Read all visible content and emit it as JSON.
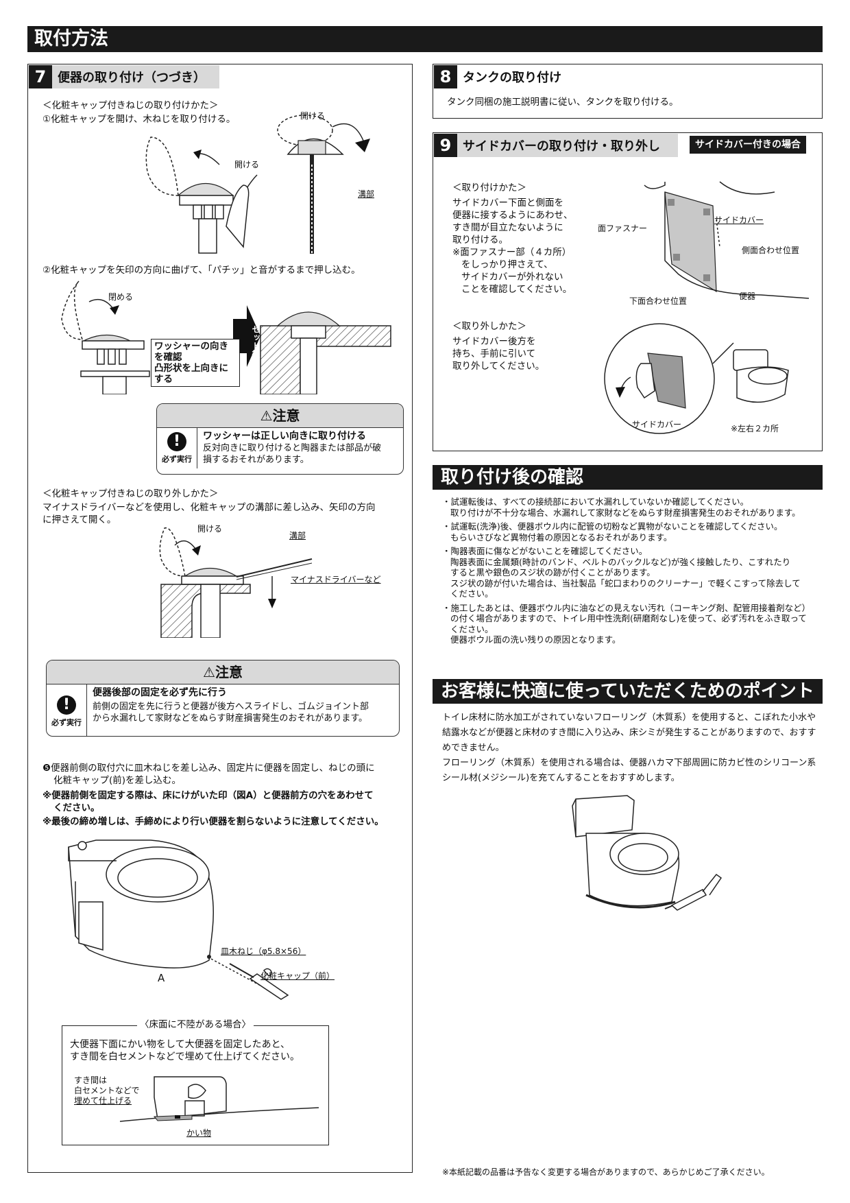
{
  "main_title": "取付方法",
  "step7": {
    "num": "7",
    "title": "便器の取り付け（つづき）",
    "attach_heading": "＜化粧キャップ付きねじの取り付けかた＞",
    "attach_step1": "①化粧キャップを開け、木ねじを取り付ける。",
    "label_open1": "開ける",
    "label_open2": "開ける",
    "label_groove1": "溝部",
    "attach_step2": "②化粧キャップを矢印の方向に曲げて、「パチッ」と音がするまで押し込む。",
    "label_close": "閉める",
    "washer_note_1": "ワッシャーの向き",
    "washer_note_2": "を確認",
    "washer_note_3": "凸形状を上向きに",
    "washer_note_4": "する",
    "after_set": "セット後",
    "caution1": {
      "title": "⚠注意",
      "icon_label": "必ず実行",
      "head": "ワッシャーは正しい向きに取り付ける",
      "body_1": "反対向きに取り付けると陶器または部品が破",
      "body_2": "損するおそれがあります。"
    },
    "remove_heading": "＜化粧キャップ付きねじの取り外しかた＞",
    "remove_text_1": "マイナスドライバーなどを使用し、化粧キャップの溝部に差し込み、矢印の方向",
    "remove_text_2": "に押さえて開く。",
    "label_open3": "開ける",
    "label_groove2": "溝部",
    "label_driver": "マイナスドライバーなど",
    "caution2": {
      "title": "⚠注意",
      "icon_label": "必ず実行",
      "head": "便器後部の固定を必ず先に行う",
      "body_1": "前側の固定を先に行うと便器が後方へスライドし、ゴムジョイント部",
      "body_2": "から水漏れして家財などをぬらす財産損害発生のおそれがあります。"
    },
    "front_fix_1": "❺便器前側の取付穴に皿木ねじを差し込み、固定片に便器を固定し、ねじの頭に",
    "front_fix_2": "化粧キャップ(前)を差し込む。",
    "note1_1": "※便器前側を固定する際は、床にけがいた印（図A）と便器前方の穴をあわせて",
    "note1_2": "ください。",
    "note2": "※最後の締め増しは、手締めにより行い便器を割らないように注意してください。",
    "label_screw": "皿木ねじ（φ5.8×56）",
    "label_cap_front": "化粧キャップ（前）",
    "label_a": "A",
    "uneven": {
      "title": "〈床面に不陸がある場合〉",
      "text_1": "大便器下面にかい物をして大便器を固定したあと、",
      "text_2": "すき間を白セメントなどで埋めて仕上げてください。",
      "gap_1": "すき間は",
      "gap_2": "白セメントなどで",
      "gap_3": "埋めて仕上げる",
      "shim": "かい物"
    }
  },
  "step8": {
    "num": "8",
    "title": "タンクの取り付け",
    "text": "タンク同梱の施工説明書に従い、タンクを取り付ける。"
  },
  "step9": {
    "num": "9",
    "title": "サイドカバーの取り付け・取り外し",
    "tag": "サイドカバー付きの場合",
    "attach_heading": "＜取り付けかた＞",
    "attach_1": "サイドカバー下面と側面を",
    "attach_2": "便器に接するようにあわせ、",
    "attach_3": "すき間が目立たないように",
    "attach_4": "取り付ける。",
    "attach_5": "※面ファスナー部（４カ所）",
    "attach_6": "をしっかり押さえて、",
    "attach_7": "サイドカバーが外れない",
    "attach_8": "ことを確認してください。",
    "label_fastener": "面ファスナー",
    "label_sidecover": "サイドカバー",
    "label_side_align": "側面合わせ位置",
    "label_bottom_align": "下面合わせ位置",
    "label_bowl": "便器",
    "remove_heading": "＜取り外しかた＞",
    "remove_1": "サイドカバー後方を",
    "remove_2": "持ち、手前に引いて",
    "remove_3": "取り外してください。",
    "label_sidecover2": "サイドカバー",
    "label_both": "※左右２カ所"
  },
  "check": {
    "title": "取り付け後の確認",
    "items": [
      [
        "・試運転後は、すべての接続部において水漏れしていないか確認してください。",
        "取り付けが不十分な場合、水漏れして家財などをぬらす財産損害発生のおそれがあります。"
      ],
      [
        "・試運転(洗浄)後、便器ボウル内に配管の切粉など異物がないことを確認してください。",
        "もらいさびなど異物付着の原因となるおそれがあります。"
      ],
      [
        "・陶器表面に傷などがないことを確認してください。",
        "陶器表面に金属類(時計のバンド、ベルトのバックルなど)が強く接触したり、こすれたり",
        "すると黒や銀色のスジ状の跡が付くことがあります。",
        "スジ状の跡が付いた場合は、当社製品「蛇口まわりのクリーナー」で軽くこすって除去して",
        "ください。"
      ],
      [
        "・施工したあとは、便器ボウル内に油などの見えない汚れ（コーキング剤、配管用接着剤など）",
        "の付く場合がありますので、トイレ用中性洗剤(研磨剤なし)を使って、必ず汚れをふき取って",
        "ください。",
        "便器ボウル面の洗い残りの原因となります。"
      ]
    ]
  },
  "tips": {
    "title": "お客様に快適に使っていただくためのポイント",
    "p1_1": "トイレ床材に防水加工がされていないフローリング（木質系）を使用すると、こぼれた小水や",
    "p1_2": "結露水などが便器と床材のすき間に入り込み、床シミが発生することがありますので、おすす",
    "p1_3": "めできません。",
    "p2_1": "フローリング（木質系）を使用される場合は、便器ハカマ下部周囲に防カビ性のシリコーン系",
    "p2_2": "シール材(メジシール)を充てんすることをおすすめします。"
  },
  "footer": "※本紙記載の品番は予告なく変更する場合がありますので、あらかじめご了承ください。"
}
